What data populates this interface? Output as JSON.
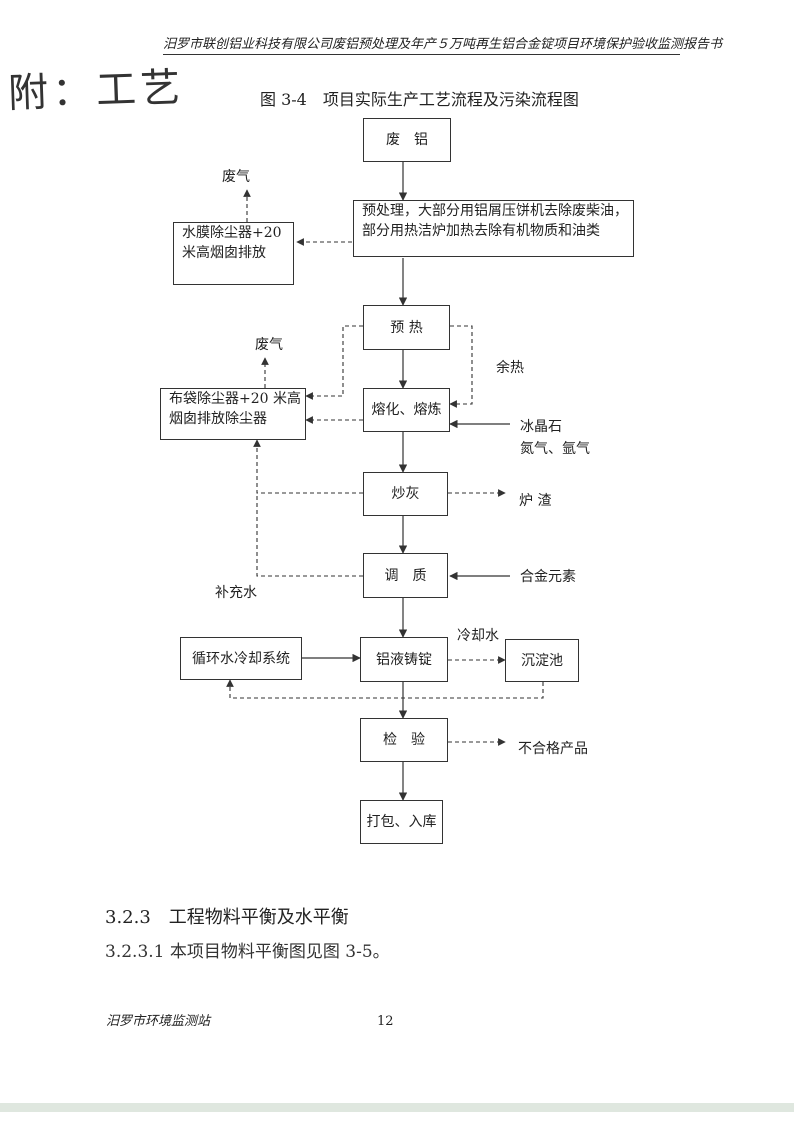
{
  "header": {
    "text": "汨罗市联创铝业科技有限公司废铝预处理及年产５万吨再生铝合金锭项目环境保护验收监测报告书"
  },
  "handwritten_note": "附：工艺",
  "figure": {
    "title": "图 3-4　项目实际生产工艺流程及污染流程图",
    "boxes": {
      "waste_al": "废　铝",
      "pretreat_line1": "预处理，大部分用铝屑压饼机去除废柴油，",
      "pretreat_line2": "部分用热洁炉加热去除有机物质和油类",
      "water_dust_line1": "水膜除尘器+20",
      "water_dust_line2": "米高烟囱排放",
      "preheat": "预 热",
      "melt": "熔化、熔炼",
      "bag_dust_line1": "布袋除尘器+20 米高",
      "bag_dust_line2": "烟囱排放除尘器",
      "fry_ash": "炒灰",
      "adjust": "调　质",
      "cooling_system": "循环水冷却系统",
      "casting": "铝液铸锭",
      "sediment": "沉淀池",
      "inspect": "检　验",
      "pack": "打包、入库"
    },
    "labels": {
      "exhaust1": "废气",
      "exhaust2": "废气",
      "waste_heat": "余热",
      "cryolite": "冰晶石",
      "gases": "氮气、氩气",
      "slag": "炉 渣",
      "alloy": "合金元素",
      "makeup_water": "补充水",
      "cooling_water": "冷却水",
      "reject": "不合格产品"
    }
  },
  "section": {
    "heading": "3.2.3　工程物料平衡及水平衡",
    "paragraph": "3.2.3.1 本项目物料平衡图见图 3-5。"
  },
  "footer": {
    "org": "汨罗市环境监测站",
    "page": "12"
  }
}
